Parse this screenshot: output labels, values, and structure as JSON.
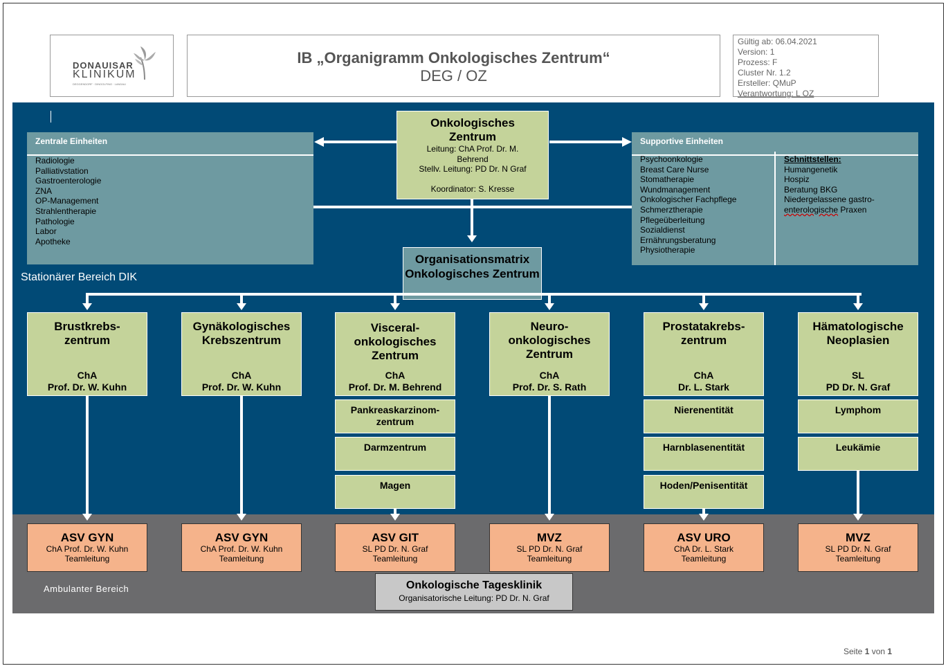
{
  "header": {
    "logo_line1": "DONAUISAR",
    "logo_line2": "KLINIKUM",
    "logo_tagline": "DEGGENDORF · DINGOLFING · LANDAU",
    "title": "IB „Organigramm Onkologisches Zentrum“",
    "subtitle": "DEG / OZ",
    "meta": {
      "valid": "Gültig ab: 06.04.2021",
      "version": "Version: 1",
      "process": "Prozess: F",
      "cluster": "Cluster Nr. 1.2",
      "author": "Ersteller: QMuP",
      "responsible": "Verantwortung:  L OZ"
    }
  },
  "center": {
    "title": "Onkologisches Zentrum",
    "lead": "Leitung: ChA Prof. Dr. M. Behrend",
    "deputy": "Stellv. Leitung: PD Dr. N Graf",
    "coordinator": "Koordinator: S. Kresse"
  },
  "central_units": {
    "heading": "Zentrale Einheiten",
    "items": [
      "Radiologie",
      "Palliativstation",
      "Gastroenterologie",
      "ZNA",
      "OP-Management",
      "Strahlentherapie",
      "Pathologie",
      "Labor",
      "Apotheke"
    ]
  },
  "supportive_units": {
    "heading": "Supportive Einheiten",
    "items": [
      "Psychoonkologie",
      "Breast Care Nurse",
      "Stomatherapie",
      "Wundmanagement",
      "Onkologischer Fachpflege",
      "Schmerztherapie",
      "Pflegeüberleitung",
      "Sozialdienst",
      "Ernährungsberatung",
      "Physiotherapie"
    ],
    "interfaces_heading": "Schnittstellen:",
    "interfaces": [
      "Humangenetik",
      "Hospiz",
      "Beratung BKG",
      "Niedergelassene gastro-"
    ],
    "interfaces_last_underlined": "enterologische",
    "interfaces_last_rest": " Praxen"
  },
  "matrix": {
    "title": "Organisationsmatrix Onkologisches Zentrum"
  },
  "inpatient_label": "Stationärer Bereich DIK",
  "outpatient_label": "Ambulanter Bereich",
  "centers": [
    {
      "name": "Brustkrebs-zentrum",
      "role": "ChA",
      "head": "Prof. Dr. W. Kuhn",
      "subs": []
    },
    {
      "name": "Gynäkologisches Krebszentrum",
      "role": "ChA",
      "head": "Prof. Dr. W. Kuhn",
      "subs": []
    },
    {
      "name": "Visceral-onkologisches Zentrum",
      "role": "ChA",
      "head": "Prof. Dr. M. Behrend",
      "subs": [
        "Pankreaskarzinom-zentrum",
        "Darmzentrum",
        "Magen"
      ]
    },
    {
      "name": "Neuro-onkologisches Zentrum",
      "role": "ChA",
      "head": "Prof. Dr. S. Rath",
      "subs": []
    },
    {
      "name": "Prostatakrebs-zentrum",
      "role": "ChA",
      "head": "Dr. L. Stark",
      "subs": [
        "Nierenentität",
        "Harnblasenentität",
        "Hoden/Penisentität"
      ]
    },
    {
      "name": "Hämatologische Neoplasien",
      "role": "SL",
      "head": "PD Dr. N. Graf",
      "subs": [
        "Lymphom",
        "Leukämie"
      ]
    }
  ],
  "outpatient": [
    {
      "title": "ASV GYN",
      "line1": "ChA Prof. Dr. W. Kuhn",
      "line2": "Teamleitung"
    },
    {
      "title": "ASV GYN",
      "line1": "ChA Prof. Dr. W. Kuhn",
      "line2": "Teamleitung"
    },
    {
      "title": "ASV GIT",
      "line1": "SL PD Dr. N. Graf",
      "line2": "Teamleitung"
    },
    {
      "title": "MVZ",
      "line1": "SL PD Dr. N. Graf",
      "line2": "Teamleitung"
    },
    {
      "title": "ASV URO",
      "line1": "ChA Dr. L. Stark",
      "line2": "Teamleitung"
    },
    {
      "title": "MVZ",
      "line1": "SL PD Dr. N. Graf",
      "line2": "Teamleitung"
    }
  ],
  "day_clinic": {
    "title": "Onkologische Tagesklinik",
    "lead": "Organisatorische Leitung: PD Dr. N. Graf"
  },
  "footer": {
    "page_prefix": "Seite ",
    "page": "1",
    "page_mid": " von ",
    "pages": "1"
  }
}
